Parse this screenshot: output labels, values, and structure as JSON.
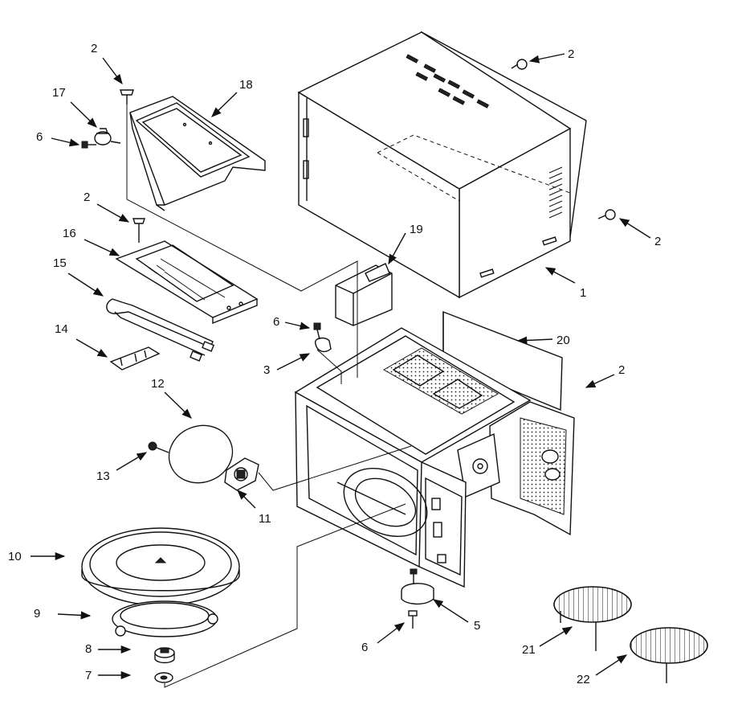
{
  "diagram": {
    "callouts": [
      {
        "id": "c-2a",
        "text": "2"
      },
      {
        "id": "c-17",
        "text": "17"
      },
      {
        "id": "c-18",
        "text": "18"
      },
      {
        "id": "c-6a",
        "text": "6"
      },
      {
        "id": "c-2b",
        "text": "2"
      },
      {
        "id": "c-16",
        "text": "16"
      },
      {
        "id": "c-15",
        "text": "15"
      },
      {
        "id": "c-14",
        "text": "14"
      },
      {
        "id": "c-12",
        "text": "12"
      },
      {
        "id": "c-13",
        "text": "13"
      },
      {
        "id": "c-11",
        "text": "11"
      },
      {
        "id": "c-10",
        "text": "10"
      },
      {
        "id": "c-9",
        "text": "9"
      },
      {
        "id": "c-8",
        "text": "8"
      },
      {
        "id": "c-7",
        "text": "7"
      },
      {
        "id": "c-2c",
        "text": "2"
      },
      {
        "id": "c-2d",
        "text": "2"
      },
      {
        "id": "c-1",
        "text": "1"
      },
      {
        "id": "c-19",
        "text": "19"
      },
      {
        "id": "c-6b",
        "text": "6"
      },
      {
        "id": "c-3",
        "text": "3"
      },
      {
        "id": "c-20",
        "text": "20"
      },
      {
        "id": "c-2e",
        "text": "2"
      },
      {
        "id": "c-5",
        "text": "5"
      },
      {
        "id": "c-6c",
        "text": "6"
      },
      {
        "id": "c-21",
        "text": "21"
      },
      {
        "id": "c-22",
        "text": "22"
      }
    ]
  }
}
